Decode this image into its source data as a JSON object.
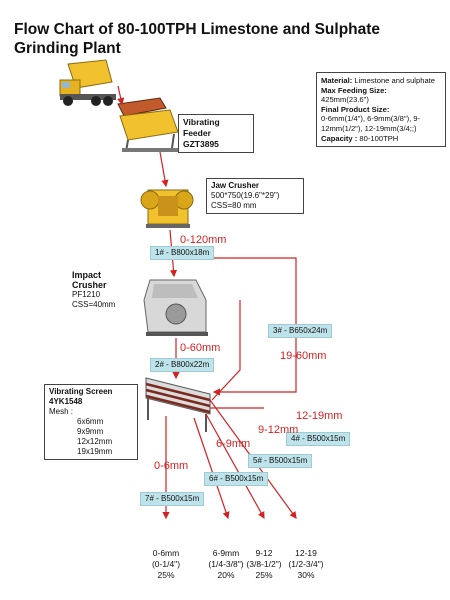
{
  "title": "Flow Chart of 80-100TPH Limestone and Sulphate Grinding Plant",
  "spec": {
    "material_label": "Material:",
    "material_value": "Limestone and sulphate",
    "feed_label": "Max Feeding Size:",
    "feed_value": "425mm(23.6\")",
    "final_label": "Final Product Size:",
    "final_value": "0-6mm(1/4\"), 6-9mm(3/8\"), 9-12mm(1/2\"), 12-19mm(3/4;;)",
    "capacity_label": "Capacity :",
    "capacity_value": "80-100TPH"
  },
  "vibrating_feeder": {
    "name": "Vibrating Feeder",
    "model": "GZT3895"
  },
  "jaw_crusher": {
    "name": "Jaw Crusher",
    "size": "500*750(19.6\"*29\")",
    "css": "CSS=80 mm"
  },
  "impact_crusher": {
    "name": "Impact Crusher",
    "model": "PF1210",
    "css": "CSS=40mm"
  },
  "vibrating_screen": {
    "name": "Vibrating Screen",
    "model": "4YK1548",
    "mesh_label": "Mesh :",
    "mesh": [
      "6x6mm",
      "9x9mm",
      "12x12mm",
      "19x19mm"
    ]
  },
  "belts": [
    "1# - B800x18m",
    "2# - B800x22m",
    "3# - B650x24m",
    "4# - B500x15m",
    "5# - B500x15m",
    "6# - B500x15m",
    "7# - B500x15m"
  ],
  "flow_sizes": [
    "0-120mm",
    "0-60mm",
    "19-60mm",
    "12-19mm",
    "9-12mm",
    "6-9mm",
    "0-6mm"
  ],
  "outputs": [
    {
      "size": "0-6mm",
      "inch": "(0-1/4\")",
      "pct": "25%"
    },
    {
      "size": "6-9mm",
      "inch": "(1/4-3/8\")",
      "pct": "20%"
    },
    {
      "size": "9-12",
      "inch": "(3/8-1/2\")",
      "pct": "25%"
    },
    {
      "size": "12-19",
      "inch": "(1/2-3/4\")",
      "pct": "30%"
    }
  ],
  "colors": {
    "flow_line": "#d22222",
    "belt_label_bg": "#bfe3ea",
    "machine_body": "#f2c12e",
    "screen_frame": "#7a2a1e"
  }
}
